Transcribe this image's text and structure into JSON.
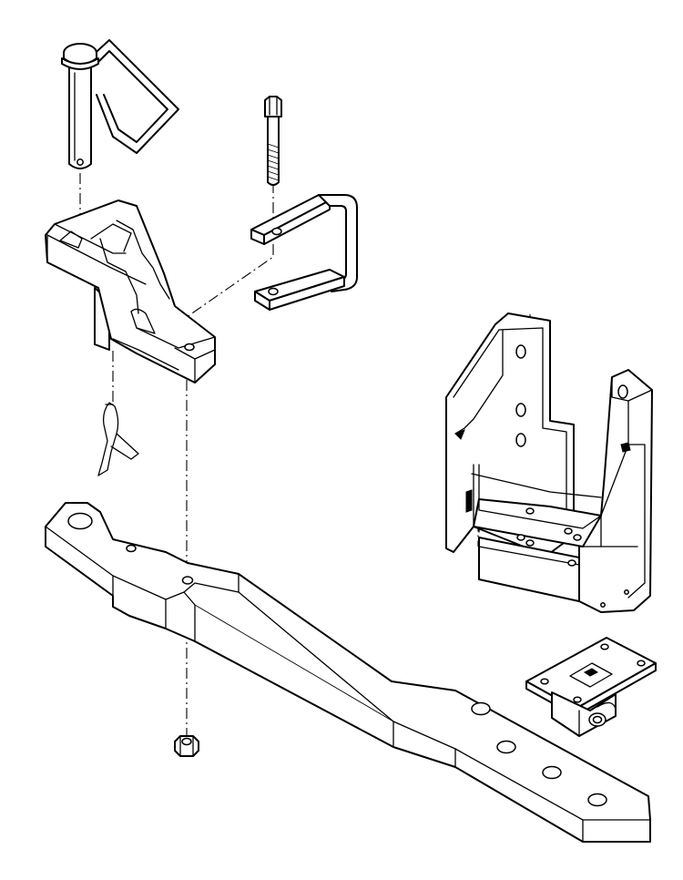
{
  "diagram": {
    "type": "exploded-assembly-line-drawing",
    "background": "#ffffff",
    "line_color": "#000000",
    "parts": [
      "linch-pin-with-loop-retainer",
      "hex-bolt",
      "u-strap",
      "hitch-clevis-block",
      "spring-clip",
      "drawbar",
      "lock-nut",
      "support-bracket",
      "mounting-plate-bracket"
    ],
    "labels": []
  }
}
